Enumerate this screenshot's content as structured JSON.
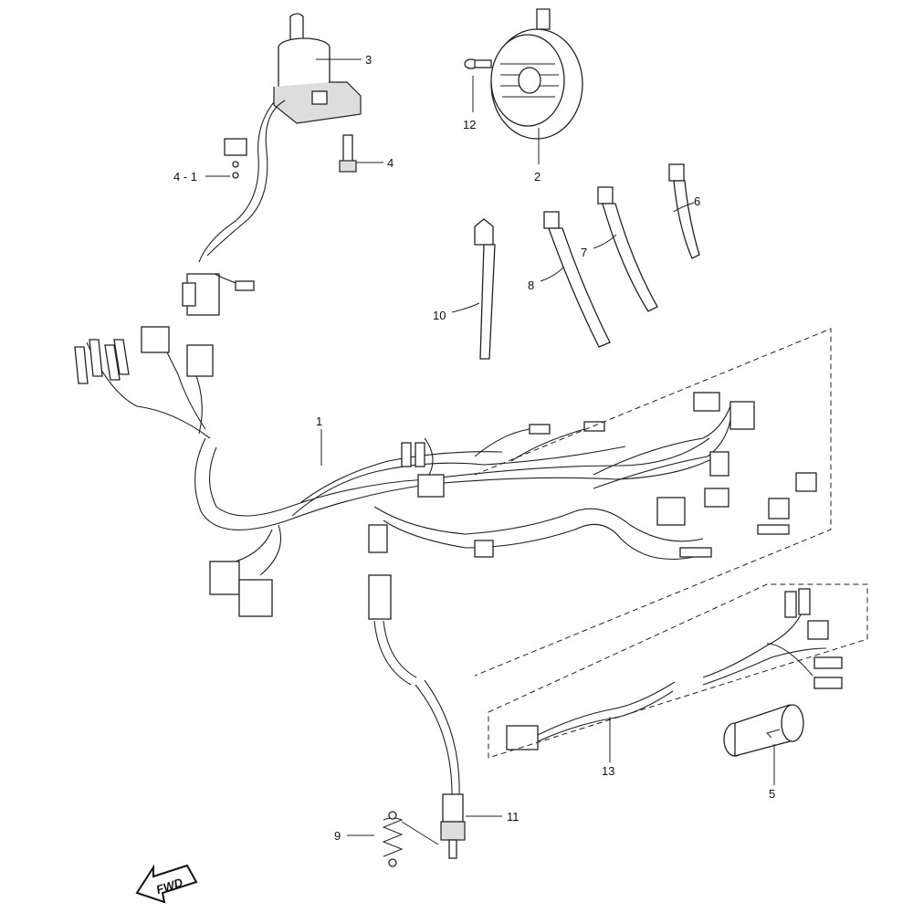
{
  "parts": [
    {
      "id": "p1",
      "label": "1"
    },
    {
      "id": "p2",
      "label": "2"
    },
    {
      "id": "p3",
      "label": "3"
    },
    {
      "id": "p4",
      "label": "4"
    },
    {
      "id": "p41",
      "label": "4 - 1"
    },
    {
      "id": "p5",
      "label": "5"
    },
    {
      "id": "p6",
      "label": "6"
    },
    {
      "id": "p7",
      "label": "7"
    },
    {
      "id": "p8",
      "label": "8"
    },
    {
      "id": "p9",
      "label": "9"
    },
    {
      "id": "p10",
      "label": "10"
    },
    {
      "id": "p11",
      "label": "11"
    },
    {
      "id": "p12",
      "label": "12"
    },
    {
      "id": "p13",
      "label": "13"
    }
  ],
  "direction_marker": "FWD"
}
